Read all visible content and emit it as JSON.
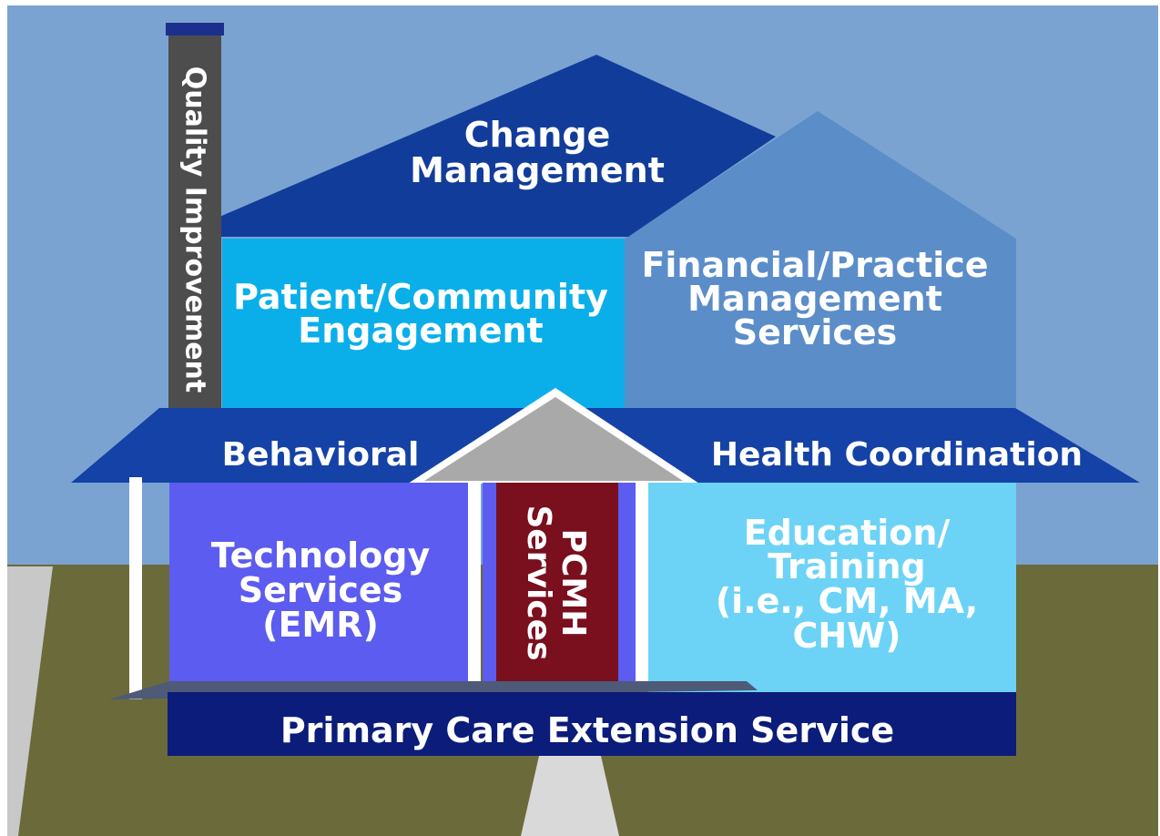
{
  "diagram": {
    "chimney_label": "Quality Improvement",
    "roof_top": {
      "line1": "Change",
      "line2": "Management"
    },
    "left_room": {
      "line1": "Patient/Community",
      "line2": "Engagement"
    },
    "right_room": {
      "line1": "Financial/Practice",
      "line2": "Management",
      "line3": "Services"
    },
    "band_left": "Behavioral",
    "band_right": "Health Coordination",
    "tech": {
      "line1": "Technology",
      "line2": "Services",
      "line3": "(EMR)"
    },
    "door": {
      "line1": "PCMH",
      "line2": "Services"
    },
    "education": {
      "line1": "Education/",
      "line2": "Training",
      "line3": "(i.e., CM, MA,",
      "line4": "CHW)"
    },
    "foundation": "Primary Care Extension Service"
  },
  "colors": {
    "sky": "#7BA3D1",
    "ground": "#6B6A3A",
    "path": "#D9D9D9",
    "chimney": "#4D4D4D",
    "chimney_cap": "#1B2F8C",
    "roof_dark": "#123C9A",
    "roof_light": "#5B8DC9",
    "left_room": "#0AAFEA",
    "band": "#1542A6",
    "porch_roof": "#A9A9A9",
    "tech": "#5C5CF0",
    "door": "#7A0F1E",
    "education": "#6CD3F7",
    "foundation": "#0B1C7A",
    "pillar": "#FFFFFF"
  }
}
